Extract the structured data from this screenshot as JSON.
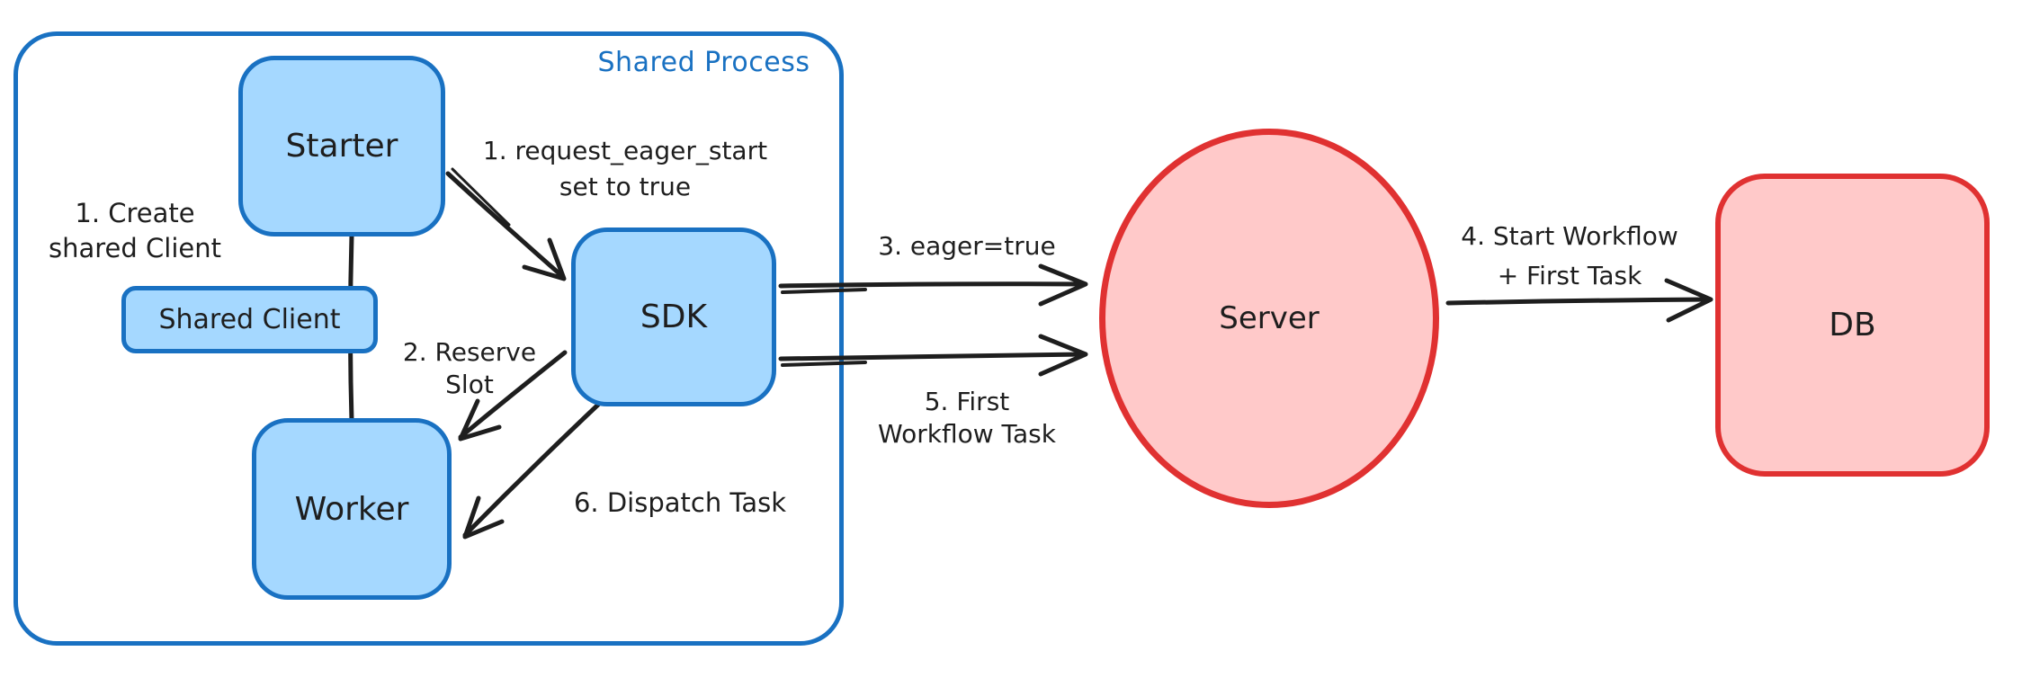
{
  "diagram": {
    "container": {
      "label": "Shared Process"
    },
    "nodes": {
      "starter": "Starter",
      "shared_client": "Shared Client",
      "worker": "Worker",
      "sdk": "SDK",
      "server": "Server",
      "db": "DB"
    },
    "annotations": {
      "step1_create": "1. Create\nshared Client",
      "step1_eager": "1. request_eager_start\nset to true",
      "step2_reserve": "2. Reserve\nSlot",
      "step3_eager": "3. eager=true",
      "step4_start": "4. Start Workflow\n+ First Task",
      "step5_first": "5. First\nWorkflow Task",
      "step6_dispatch": "6. Dispatch Task"
    },
    "colors": {
      "blue_stroke": "#1971c2",
      "blue_fill": "#a5d8ff",
      "red_stroke": "#e03131",
      "red_fill": "#ffc9c9",
      "arrow_and_text": "#1e1e1e",
      "background": "#ffffff"
    }
  }
}
